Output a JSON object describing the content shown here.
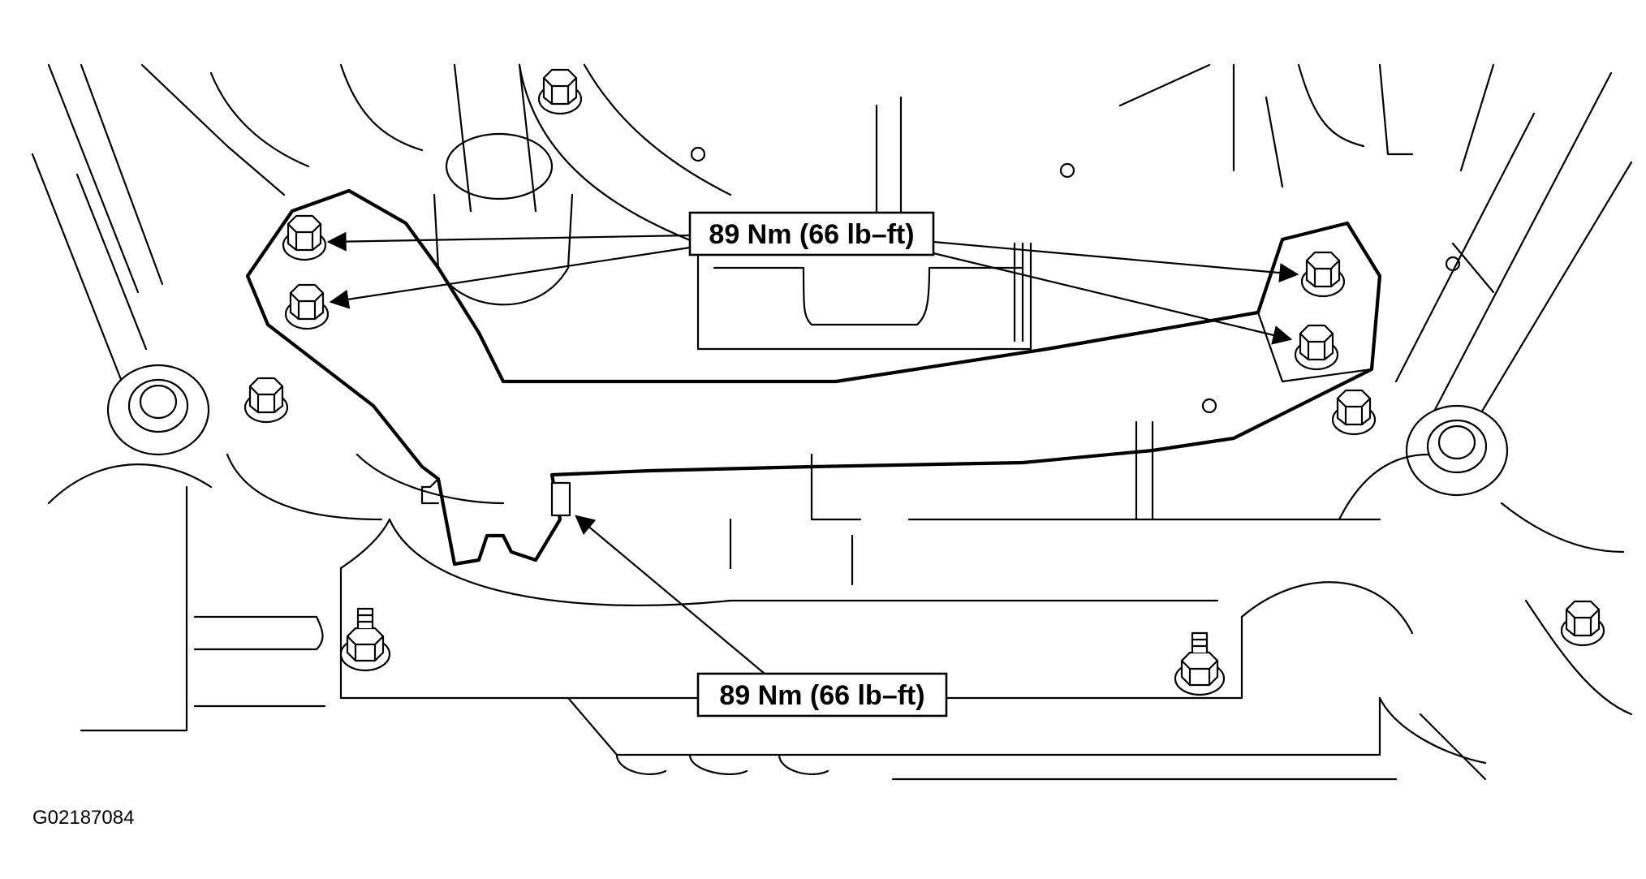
{
  "callouts": {
    "upper_torque": "89 Nm (66 lb–ft)",
    "lower_torque": "89 Nm (66 lb–ft)"
  },
  "figure_id": "G02187084",
  "colors": {
    "ink": "#000000",
    "paper": "#ffffff"
  }
}
